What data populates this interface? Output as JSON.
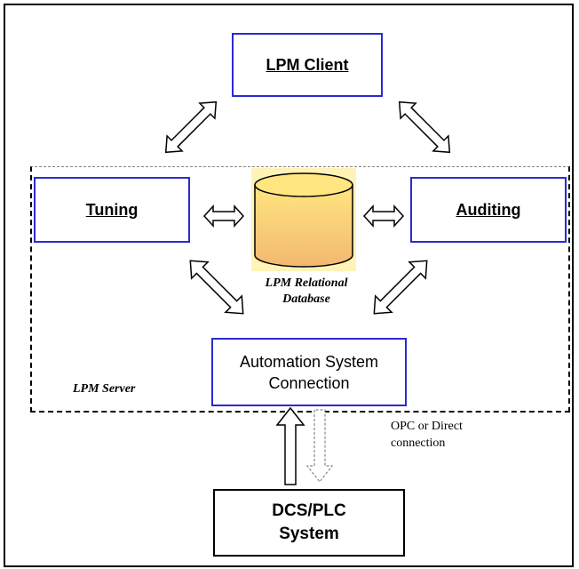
{
  "nodes": {
    "client": "LPM Client",
    "tuning": "Tuning",
    "auditing": "Auditing",
    "database_line1": "LPM Relational",
    "database_line2": "Database",
    "automation_line1": "Automation System",
    "automation_line2": "Connection",
    "dcs_line1": "DCS/PLC",
    "dcs_line2": "System"
  },
  "labels": {
    "server": "LPM Server",
    "connection_line1": "OPC or Direct",
    "connection_line2": "connection"
  },
  "colors": {
    "box_border": "#2a2ad0",
    "db_top": "#ffe680",
    "db_bottom": "#f3b870",
    "db_glow": "#fff2b0"
  }
}
